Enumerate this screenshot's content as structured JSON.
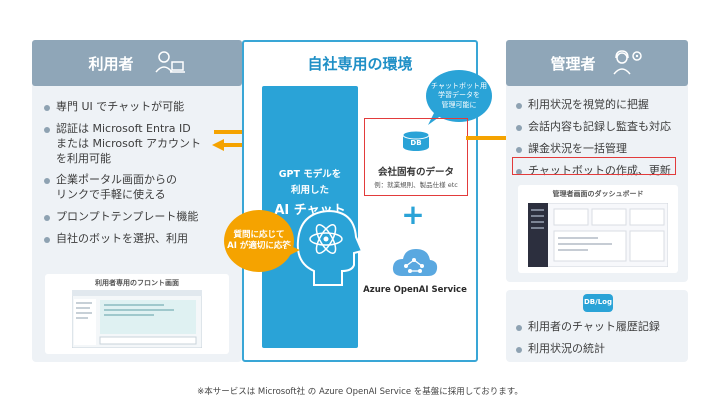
{
  "user_panel": {
    "title": "利用者",
    "items": [
      "専門 UI でチャットが可能",
      "認証は Microsoft Entra ID\nまたは Microsoft アカウント\nを利用可能",
      "企業ポータル画面からの\nリンクで手軽に使える",
      "プロンプトテンプレート機能",
      "自社のボットを選択、利用"
    ],
    "thumb_title": "利用者専用のフロント画面"
  },
  "center": {
    "title": "自社専用の環境",
    "gpt_line1": "GPT モデルを",
    "gpt_line2": "利用した",
    "gpt_line3": "AI チャット",
    "orange_bubble": "質問に応じて\nAI が適切に応答",
    "blue_bubble": "チャットボット用\n学習データを\n管理可能に",
    "db_label": "DB",
    "data_title": "会社固有のデータ",
    "data_example": "例：就業規則、製品仕様 etc",
    "plus": "+",
    "azure_label": "Azure OpenAI Service"
  },
  "admin_panel": {
    "title": "管理者",
    "items": [
      "利用状況を視覚的に把握",
      "会話内容も記録し監査も対応",
      "課金状況を一括管理",
      "チャットボットの作成、更新"
    ],
    "thumb_title": "管理者画面のダッシュボード",
    "db_badge": "DB/Log",
    "items2": [
      "利用者のチャット履歴記録",
      "利用状況の統計"
    ]
  },
  "footnote": "※本サービスは Microsoft社 の Azure OpenAI Service を基盤に採用しております。",
  "colors": {
    "accent_blue": "#2aa3d7",
    "accent_orange": "#f5a300",
    "panel_header": "#8fa6b8",
    "highlight_red": "#e23b3b"
  }
}
